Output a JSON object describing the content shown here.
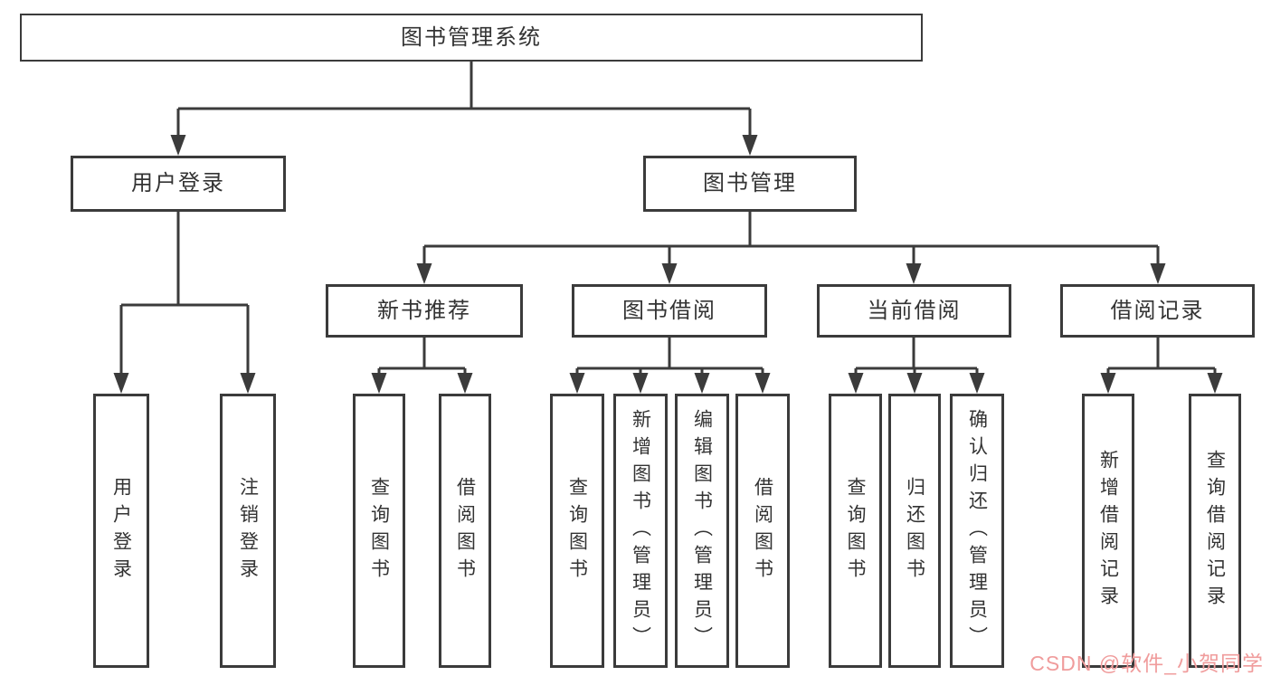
{
  "diagram": {
    "root": "图书管理系统",
    "level2": [
      "用户登录",
      "图书管理"
    ],
    "level3": [
      "新书推荐",
      "图书借阅",
      "当前借阅",
      "借阅记录"
    ],
    "leaves": [
      "用户登录",
      "注销登录",
      "查询图书",
      "借阅图书",
      "查询图书",
      "新增图书（管理员）",
      "编辑图书（管理员）",
      "借阅图书",
      "查询图书",
      "归还图书",
      "确认归还（管理员）",
      "新增借阅记录",
      "查询借阅记录"
    ]
  },
  "watermark": {
    "text": "CSDN @软件_小贺同学",
    "color": "#f09c9c"
  },
  "colors": {
    "line": "#3b3b3b",
    "text": "#333333",
    "background": "#ffffff"
  }
}
